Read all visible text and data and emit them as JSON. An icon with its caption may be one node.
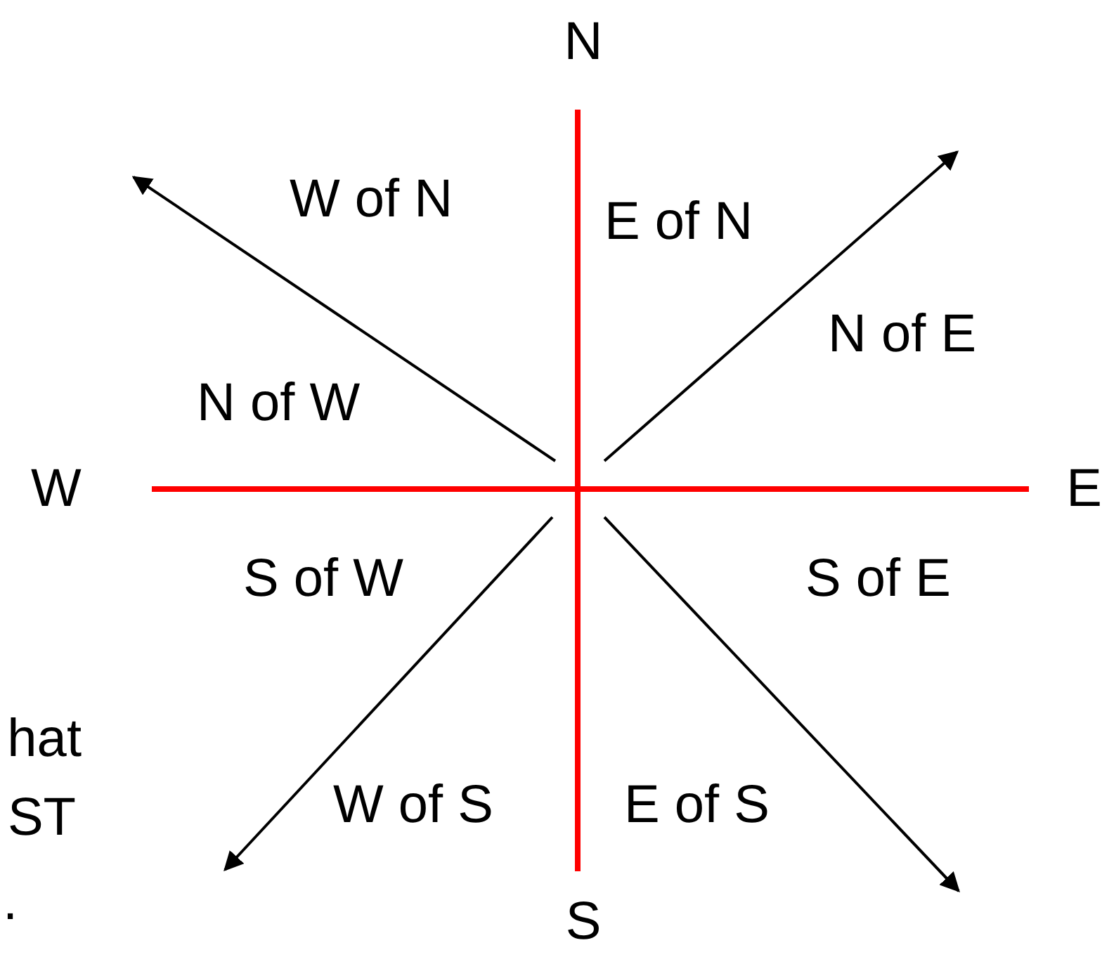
{
  "diagram": {
    "nodes": [
      {
        "text": [
          "N"
        ]
      },
      {
        "text": [
          "W"
        ]
      },
      {
        "text": [
          "E"
        ]
      },
      {
        "text": [
          "S"
        ]
      }
    ],
    "edges": [
      {
        "from": 0,
        "to": 3,
        "arrow": "none",
        "color": "#ff0000"
      },
      {
        "from": 1,
        "to": 2,
        "arrow": "none",
        "color": "#ff0000"
      }
    ],
    "labels": [
      "W of N",
      "E of N",
      "N of E",
      "N of W",
      "S of W",
      "S of E",
      "hat",
      "ST",
      "W of S",
      "E of S",
      "."
    ]
  }
}
